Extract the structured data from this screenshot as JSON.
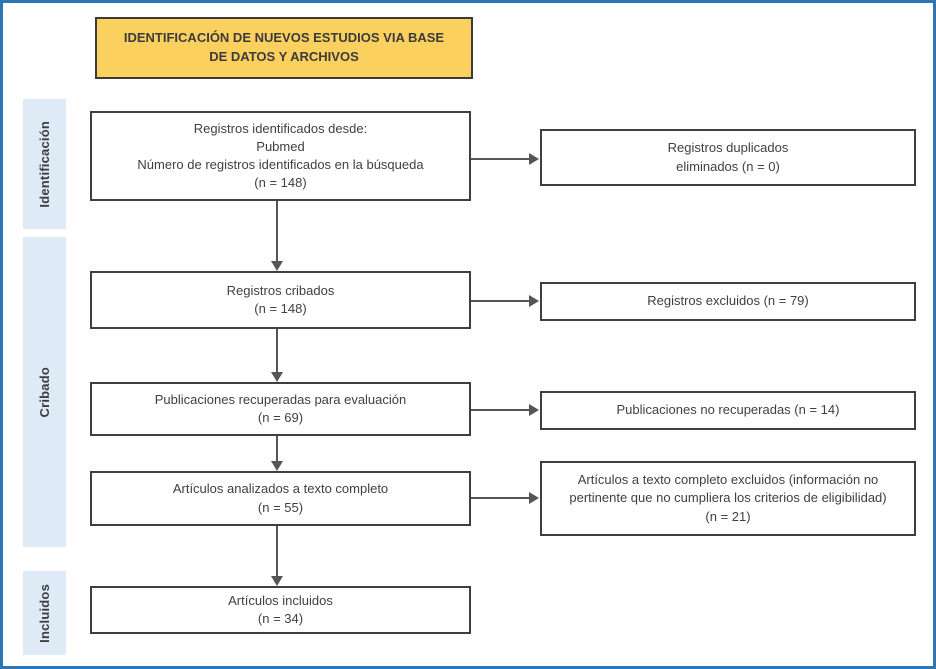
{
  "colors": {
    "outer_border": "#2E75B6",
    "header_bg": "#FCD05F",
    "header_border": "#3A3A3A",
    "stage_bg": "#DEEAF6",
    "box_border": "#3F3F3F",
    "arrow": "#555555",
    "text": "#404040"
  },
  "header": {
    "lines": [
      "IDENTIFICACIÓN DE NUEVOS ESTUDIOS VIA BASE",
      "DE DATOS Y ARCHIVOS"
    ]
  },
  "stages": [
    {
      "label": "Identificación"
    },
    {
      "label": "Cribado"
    },
    {
      "label": "Incluidos"
    }
  ],
  "flow": {
    "main_boxes": [
      {
        "name": "records-identified",
        "lines": [
          "Registros identificados desde:",
          "Pubmed",
          "Número de registros identificados en la búsqueda",
          "(n = 148)"
        ]
      },
      {
        "name": "records-screened",
        "lines": [
          "Registros cribados",
          "(n = 148)"
        ]
      },
      {
        "name": "reports-retrieved",
        "lines": [
          "Publicaciones recuperadas para evaluación",
          "(n = 69)"
        ]
      },
      {
        "name": "reports-assessed",
        "lines": [
          "Artículos analizados a texto completo",
          "(n = 55)"
        ]
      },
      {
        "name": "studies-included",
        "lines": [
          "Artículos incluidos",
          "(n = 34)"
        ]
      }
    ],
    "side_boxes": [
      {
        "name": "duplicates-removed",
        "lines": [
          "Registros duplicados",
          "eliminados (n = 0)"
        ]
      },
      {
        "name": "records-excluded",
        "lines": [
          "Registros excluidos (n = 79)"
        ]
      },
      {
        "name": "reports-not-retrieved",
        "lines": [
          "Publicaciones no recuperadas (n = 14)"
        ]
      },
      {
        "name": "fulltext-excluded",
        "lines": [
          "Artículos a texto completo excluidos (información no",
          "pertinente que no cumpliera los criterios de eligibilidad)",
          "(n = 21)"
        ]
      }
    ]
  }
}
